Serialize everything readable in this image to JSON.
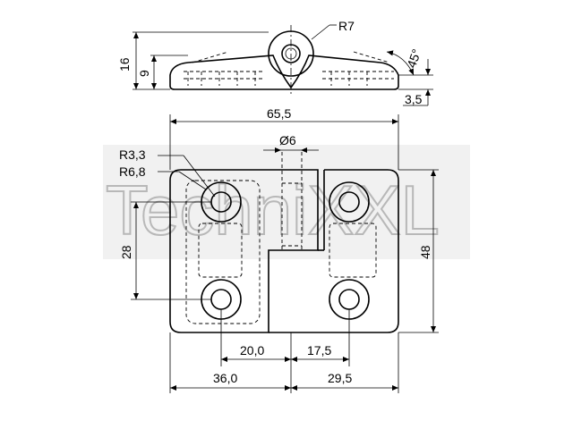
{
  "watermark": {
    "text": "TechniXXL"
  },
  "dimensions": {
    "r7": "R7",
    "angle": "45°",
    "h16": "16",
    "h9": "9",
    "t35": "3,5",
    "w655": "65,5",
    "d6": "Ø6",
    "r33": "R3,3",
    "r68": "R6,8",
    "v28": "28",
    "v48": "48",
    "b20": "20,0",
    "b175": "17,5",
    "b36": "36,0",
    "b295": "29,5"
  }
}
